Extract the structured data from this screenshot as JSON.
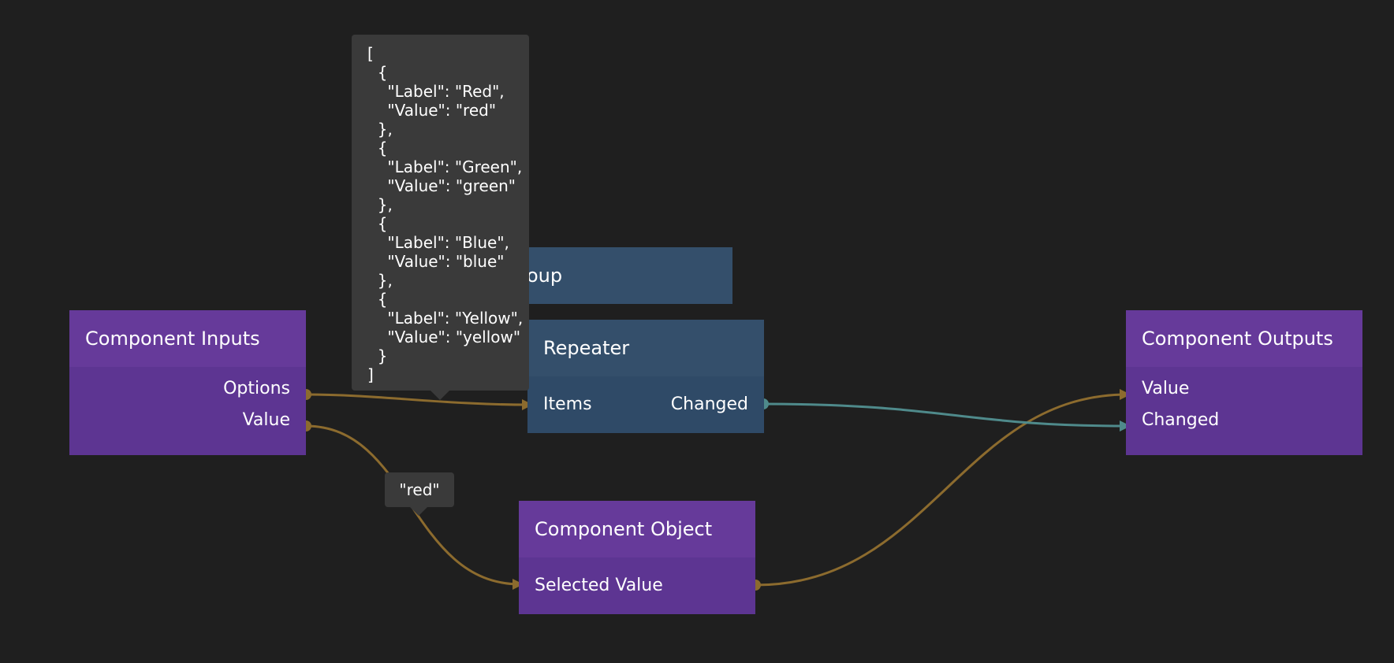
{
  "nodes": {
    "component_inputs": {
      "title": "Component Inputs",
      "ports": [
        "Options",
        "Value"
      ]
    },
    "group": {
      "title": "Group"
    },
    "repeater": {
      "title": "Repeater",
      "input_port": "Items",
      "output_port": "Changed"
    },
    "component_object": {
      "title": "Component Object",
      "port": "Selected Value"
    },
    "component_outputs": {
      "title": "Component Outputs",
      "ports": [
        "Value",
        "Changed"
      ]
    }
  },
  "tooltips": {
    "options_value": "[\n  {\n    \"Label\": \"Red\",\n    \"Value\": \"red\"\n  },\n  {\n    \"Label\": \"Green\",\n    \"Value\": \"green\"\n  },\n  {\n    \"Label\": \"Blue\",\n    \"Value\": \"blue\"\n  },\n  {\n    \"Label\": \"Yellow\",\n    \"Value\": \"yellow\"\n  }\n]",
    "value_value": "\"red\""
  },
  "colors": {
    "background": "#1f1f1f",
    "node_purple": "#663a9a",
    "node_blue": "#344f6b",
    "wire_data": "#8c6b2e",
    "wire_signal": "#4f8a8b"
  }
}
